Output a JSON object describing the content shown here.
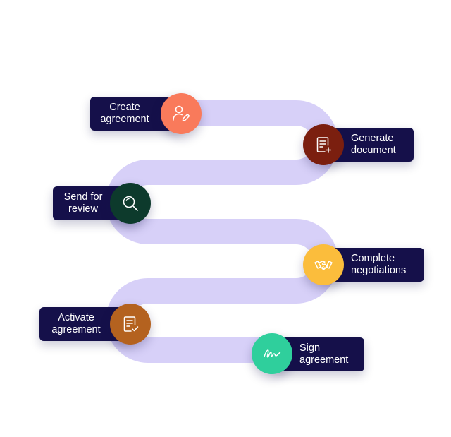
{
  "steps": [
    {
      "line1": "Create",
      "line2": "agreement",
      "icon": "user-edit-icon",
      "color": "#f97a5b"
    },
    {
      "line1": "Generate",
      "line2": "document",
      "icon": "document-plus-icon",
      "color": "#7b1f0f"
    },
    {
      "line1": "Send for",
      "line2": "review",
      "icon": "search-icon",
      "color": "#0d3a2c"
    },
    {
      "line1": "Complete",
      "line2": "negotiations",
      "icon": "handshake-icon",
      "color": "#fbbd3c"
    },
    {
      "line1": "Activate",
      "line2": "agreement",
      "icon": "document-check-icon",
      "color": "#b4621f"
    },
    {
      "line1": "Sign",
      "line2": "agreement",
      "icon": "signature-icon",
      "color": "#2fcf9c"
    }
  ],
  "colors": {
    "label_bg": "#15104a",
    "track": "#d7d0f8",
    "icon_stroke": "#ffffff"
  }
}
